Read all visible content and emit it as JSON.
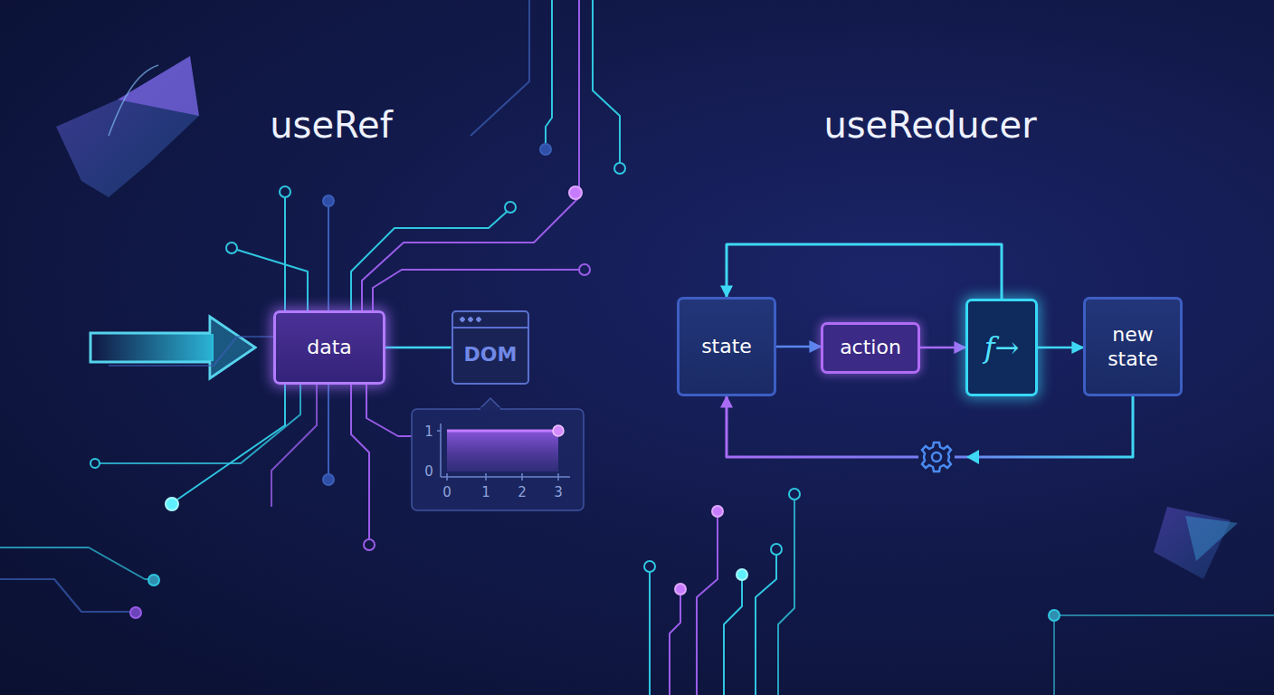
{
  "diagram": {
    "nodes": [
      {
        "text": [
          "data"
        ]
      },
      {
        "text": [
          "DOM"
        ]
      },
      {
        "text": [
          "state"
        ]
      },
      {
        "text": [
          "action"
        ]
      },
      {
        "text": [
          "f→"
        ]
      },
      {
        "text": [
          "new state"
        ]
      }
    ],
    "edges": [
      {
        "from": 0,
        "to": 1,
        "arrow": "none"
      },
      {
        "from": 2,
        "to": 3,
        "arrow": "to"
      },
      {
        "from": 3,
        "to": 4,
        "arrow": "to"
      },
      {
        "from": 4,
        "to": 5,
        "arrow": "to"
      },
      {
        "from": 4,
        "to": 2,
        "arrow": "to"
      },
      {
        "from": 5,
        "to": 2,
        "arrow": "to"
      }
    ],
    "labels": [
      "useRef",
      "useReducer",
      "1",
      "0",
      "0",
      "1",
      "2",
      "3"
    ]
  }
}
